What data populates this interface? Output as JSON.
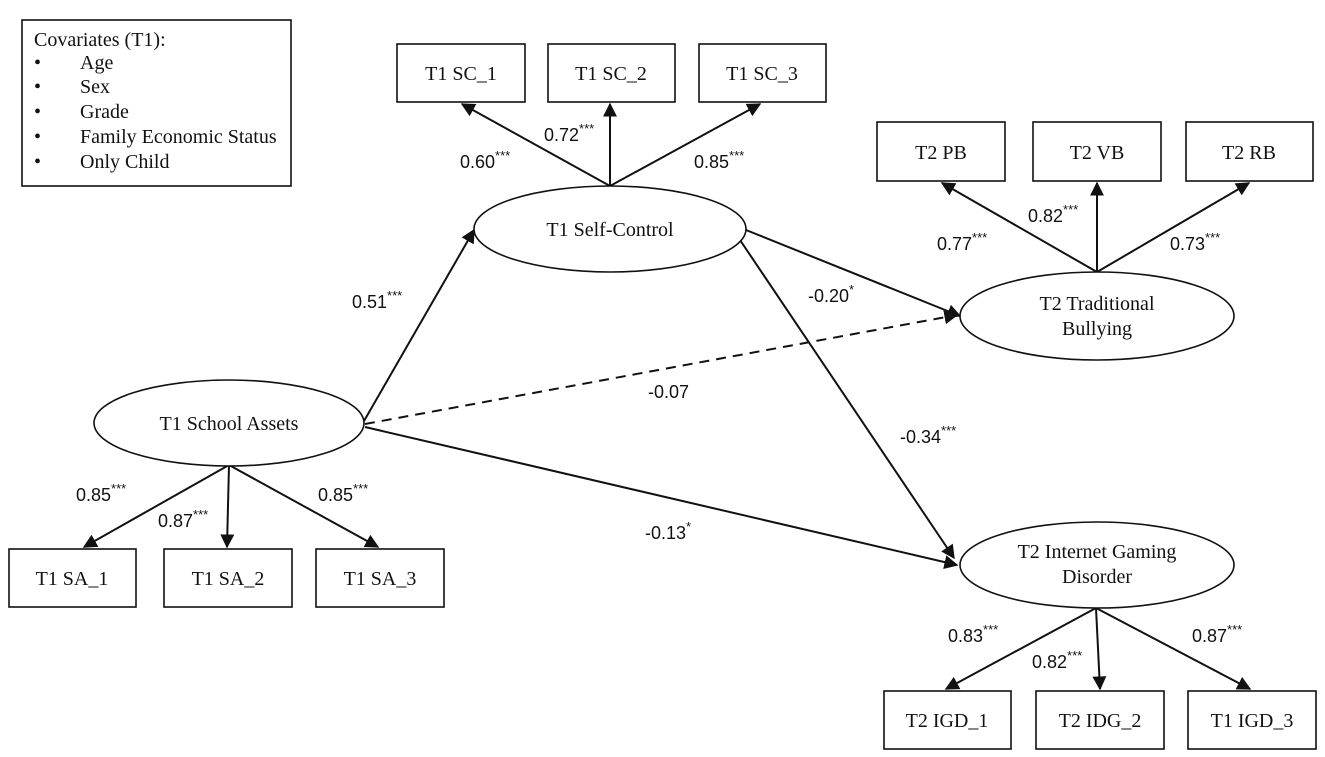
{
  "covariates": {
    "title": "Covariates (T1):",
    "bullet": "•",
    "items": [
      "Age",
      "Sex",
      "Grade",
      "Family Economic Status",
      "Only Child"
    ]
  },
  "latents": {
    "school_assets": "T1 School Assets",
    "self_control": "T1 Self-Control",
    "bullying_line1": "T2 Traditional",
    "bullying_line2": "Bullying",
    "igd_line1": "T2 Internet Gaming",
    "igd_line2": "Disorder"
  },
  "indicators": {
    "sc1": "T1 SC_1",
    "sc2": "T1 SC_2",
    "sc3": "T1 SC_3",
    "pb": "T2 PB",
    "vb": "T2 VB",
    "rb": "T2 RB",
    "sa1": "T1 SA_1",
    "sa2": "T1 SA_2",
    "sa3": "T1 SA_3",
    "igd1": "T2 IGD_1",
    "igd2": "T2 IDG_2",
    "igd3": "T1 IGD_3"
  },
  "coefficients": {
    "sc1": {
      "value": "0.60",
      "sig": "***"
    },
    "sc2": {
      "value": "0.72",
      "sig": "***"
    },
    "sc3": {
      "value": "0.85",
      "sig": "***"
    },
    "pb": {
      "value": "0.77",
      "sig": "***"
    },
    "vb": {
      "value": "0.82",
      "sig": "***"
    },
    "rb": {
      "value": "0.73",
      "sig": "***"
    },
    "sa1": {
      "value": "0.85",
      "sig": "***"
    },
    "sa2": {
      "value": "0.87",
      "sig": "***"
    },
    "sa3": {
      "value": "0.85",
      "sig": "***"
    },
    "igd1": {
      "value": "0.83",
      "sig": "***"
    },
    "igd2": {
      "value": "0.82",
      "sig": "***"
    },
    "igd3": {
      "value": "0.87",
      "sig": "***"
    },
    "sa_to_sc": {
      "value": "0.51",
      "sig": "***"
    },
    "sc_to_tb": {
      "value": "-0.20",
      "sig": "*"
    },
    "sa_to_tb": {
      "value": "-0.07",
      "sig": ""
    },
    "sc_to_igd": {
      "value": "-0.34",
      "sig": "***"
    },
    "sa_to_igd": {
      "value": "-0.13",
      "sig": "*"
    }
  }
}
